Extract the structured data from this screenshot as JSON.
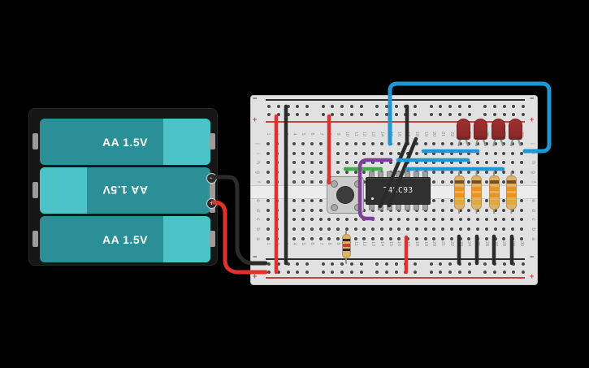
{
  "scene": {
    "background": "#000000"
  },
  "battery_pack": {
    "batteries": [
      {
        "label": "AA 1.5V",
        "flipped": false
      },
      {
        "label": "AA 1.5V",
        "flipped": true
      },
      {
        "label": "AA 1.5V",
        "flipped": false
      }
    ],
    "terminal_negative": "−",
    "terminal_positive": "+"
  },
  "breadboard": {
    "column_count": 30,
    "row_letters_top": [
      "j",
      "i",
      "h",
      "g",
      "f"
    ],
    "row_letters_bottom": [
      "e",
      "d",
      "c",
      "b",
      "a"
    ],
    "rail_negative": "−",
    "rail_positive": "+"
  },
  "components": {
    "ic": {
      "label": "74HC93"
    },
    "pushbutton": {
      "type": "pushbutton"
    },
    "led_count": 4,
    "main_resistor_count": 4
  },
  "colors": {
    "board": "#e1e1e1",
    "rail_black": "#2e2e2e",
    "rail_red": "#c4423c",
    "wire_red": "#e0312d",
    "wire_black": "#2b2b2b",
    "wire_blue": "#1f97d3",
    "wire_purple": "#7e3f98",
    "wire_green": "#3fae49",
    "lead_gray": "#909090",
    "led_body": "#9e3030",
    "led_border": "#742121",
    "resistor_body": "#dcb36a",
    "resistor_bands": [
      "#7a4a21",
      "#ef8f1c",
      "#ef8f1c",
      "#e2a83c"
    ],
    "small_resistor_bands": [
      "#33291c",
      "#cc3b34",
      "#33291c"
    ],
    "battery_teal": "#2a8f96",
    "battery_teal_light": "#4cc3c6"
  }
}
